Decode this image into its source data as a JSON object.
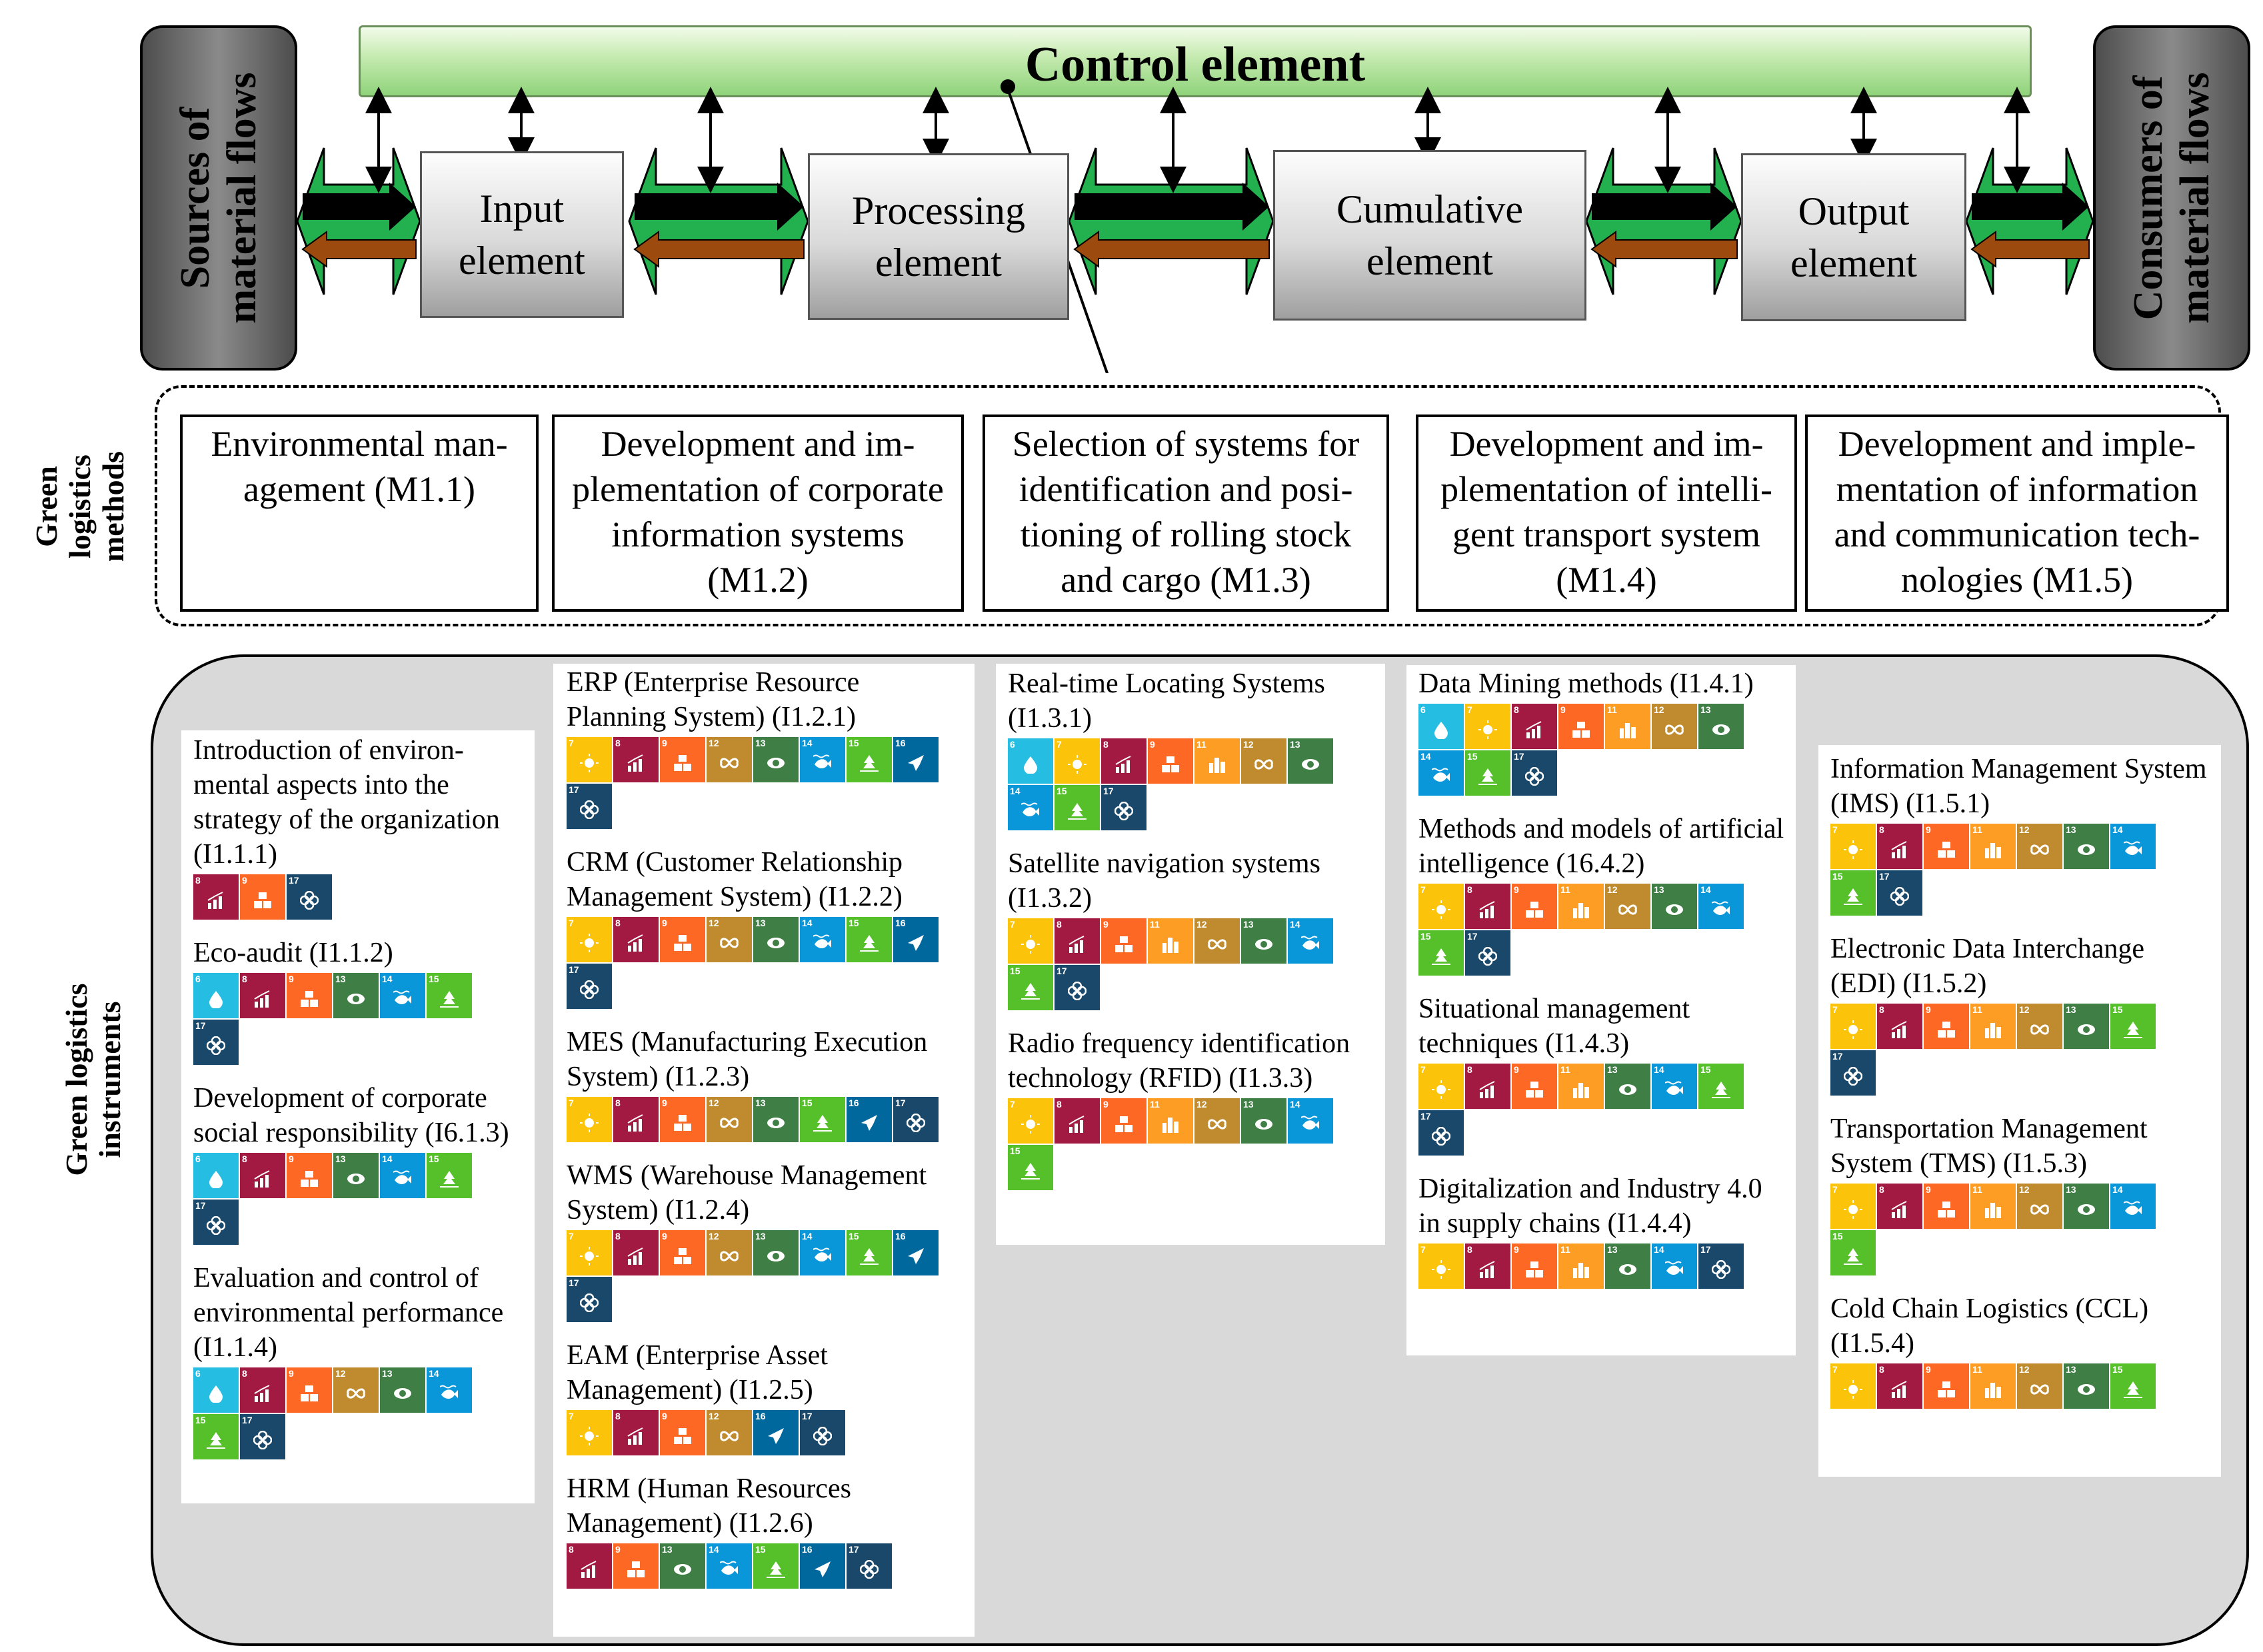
{
  "top": {
    "control": "Control element",
    "sources": [
      "Sources of",
      "material flows"
    ],
    "consumers": [
      "Consumers of",
      "material flows"
    ],
    "elements": [
      [
        "Input",
        "element"
      ],
      [
        "Processing",
        "element"
      ],
      [
        "Cumulative",
        "element"
      ],
      [
        "Output",
        "element"
      ]
    ]
  },
  "methods_label": [
    "Green",
    "logistics",
    "methods"
  ],
  "methods": [
    [
      "Environmental man-",
      "agement (M1.1)"
    ],
    [
      "Development and im-",
      "plementation of corporate",
      "information systems",
      "(M1.2)"
    ],
    [
      "Selection of systems for",
      "identification and posi-",
      "tioning of rolling stock",
      "and cargo (M1.3)"
    ],
    [
      "Development and im-",
      "plementation of intelli-",
      "gent transport system",
      "(M1.4)"
    ],
    [
      "Development and imple-",
      "mentation of information",
      "and communication tech-",
      "nologies (M1.5)"
    ]
  ],
  "instruments_label": [
    "Green logistics",
    "instruments"
  ],
  "sdg_colors": {
    "6": "#26bde2",
    "7": "#fcc30b",
    "8": "#a21942",
    "9": "#fd6925",
    "11": "#fd9d24",
    "12": "#bf8b2e",
    "13": "#3f7e44",
    "14": "#0a97d9",
    "15": "#56c02b",
    "16": "#00689d",
    "17": "#19486a"
  },
  "instruments": [
    [
      {
        "lines": [
          "Introduction of environ-",
          "mental aspects into the",
          "strategy of the organization",
          "(I1.1.1)"
        ],
        "sdgs": [
          8,
          9,
          17
        ]
      },
      {
        "lines": [
          "Eco-audit (I1.1.2)"
        ],
        "sdgs": [
          6,
          8,
          9,
          13,
          14,
          15,
          17
        ]
      },
      {
        "lines": [
          "Development of corporate",
          "social responsibility (I6.1.3)"
        ],
        "sdgs": [
          6,
          8,
          9,
          13,
          14,
          15,
          17
        ]
      },
      {
        "lines": [
          "Evaluation and control of",
          "environmental performance",
          "(I1.1.4)"
        ],
        "sdgs": [
          6,
          8,
          9,
          12,
          13,
          14,
          15,
          17
        ]
      }
    ],
    [
      {
        "lines": [
          "ERP (Enterprise Resource",
          "Planning System) (I1.2.1)"
        ],
        "sdgs": [
          7,
          8,
          9,
          12,
          13,
          14,
          15,
          16,
          17
        ]
      },
      {
        "lines": [
          "CRM (Customer Relationship",
          "Management System) (I1.2.2)"
        ],
        "sdgs": [
          7,
          8,
          9,
          12,
          13,
          14,
          15,
          16,
          17
        ]
      },
      {
        "lines": [
          "MES (Manufacturing Execution",
          "System) (I1.2.3)"
        ],
        "sdgs": [
          7,
          8,
          9,
          12,
          13,
          15,
          16,
          17
        ]
      },
      {
        "lines": [
          "WMS (Warehouse Management",
          "System) (I1.2.4)"
        ],
        "sdgs": [
          7,
          8,
          9,
          12,
          13,
          14,
          15,
          16,
          17
        ]
      },
      {
        "lines": [
          "EAM (Enterprise Asset",
          "Management) (I1.2.5)"
        ],
        "sdgs": [
          7,
          8,
          9,
          12,
          16,
          17
        ]
      },
      {
        "lines": [
          "HRM (Human Resources",
          "Management) (I1.2.6)"
        ],
        "sdgs": [
          8,
          9,
          13,
          14,
          15,
          16,
          17
        ]
      }
    ],
    [
      {
        "lines": [
          "Real-time Locating Systems",
          "(I1.3.1)"
        ],
        "sdgs": [
          6,
          7,
          8,
          9,
          11,
          12,
          13,
          14,
          15,
          17
        ]
      },
      {
        "lines": [
          "Satellite navigation systems",
          "(I1.3.2)"
        ],
        "sdgs": [
          7,
          8,
          9,
          11,
          12,
          13,
          14,
          15,
          17
        ]
      },
      {
        "lines": [
          "Radio frequency identification",
          "technology (RFID) (I1.3.3)"
        ],
        "sdgs": [
          7,
          8,
          9,
          11,
          12,
          13,
          14,
          15
        ]
      }
    ],
    [
      {
        "lines": [
          "Data Mining methods (I1.4.1)"
        ],
        "sdgs": [
          6,
          7,
          8,
          9,
          11,
          12,
          13,
          14,
          15,
          17
        ]
      },
      {
        "lines": [
          "Methods and models of artificial",
          "intelligence (16.4.2)"
        ],
        "sdgs": [
          7,
          8,
          9,
          11,
          12,
          13,
          14,
          15,
          17
        ]
      },
      {
        "lines": [
          "Situational management",
          "techniques (I1.4.3)"
        ],
        "sdgs": [
          7,
          8,
          9,
          11,
          13,
          14,
          15,
          17
        ]
      },
      {
        "lines": [
          "Digitalization and Industry 4.0",
          "in supply chains (I1.4.4)"
        ],
        "sdgs": [
          7,
          8,
          9,
          11,
          13,
          14,
          17
        ]
      }
    ],
    [
      {
        "lines": [
          "Information Management System",
          "(IMS) (I1.5.1)"
        ],
        "sdgs": [
          7,
          8,
          9,
          11,
          12,
          13,
          14,
          15,
          17
        ]
      },
      {
        "lines": [
          "Electronic Data Interchange",
          "(EDI) (I1.5.2)"
        ],
        "sdgs": [
          7,
          8,
          9,
          11,
          12,
          13,
          15,
          17
        ]
      },
      {
        "lines": [
          "Transportation Management",
          "System (TMS) (I1.5.3)"
        ],
        "sdgs": [
          7,
          8,
          9,
          11,
          12,
          13,
          14,
          15
        ]
      },
      {
        "lines": [
          "Cold Chain Logistics (CCL)",
          "(I1.5.4)"
        ],
        "sdgs": [
          7,
          8,
          9,
          11,
          12,
          13,
          15
        ]
      }
    ]
  ]
}
